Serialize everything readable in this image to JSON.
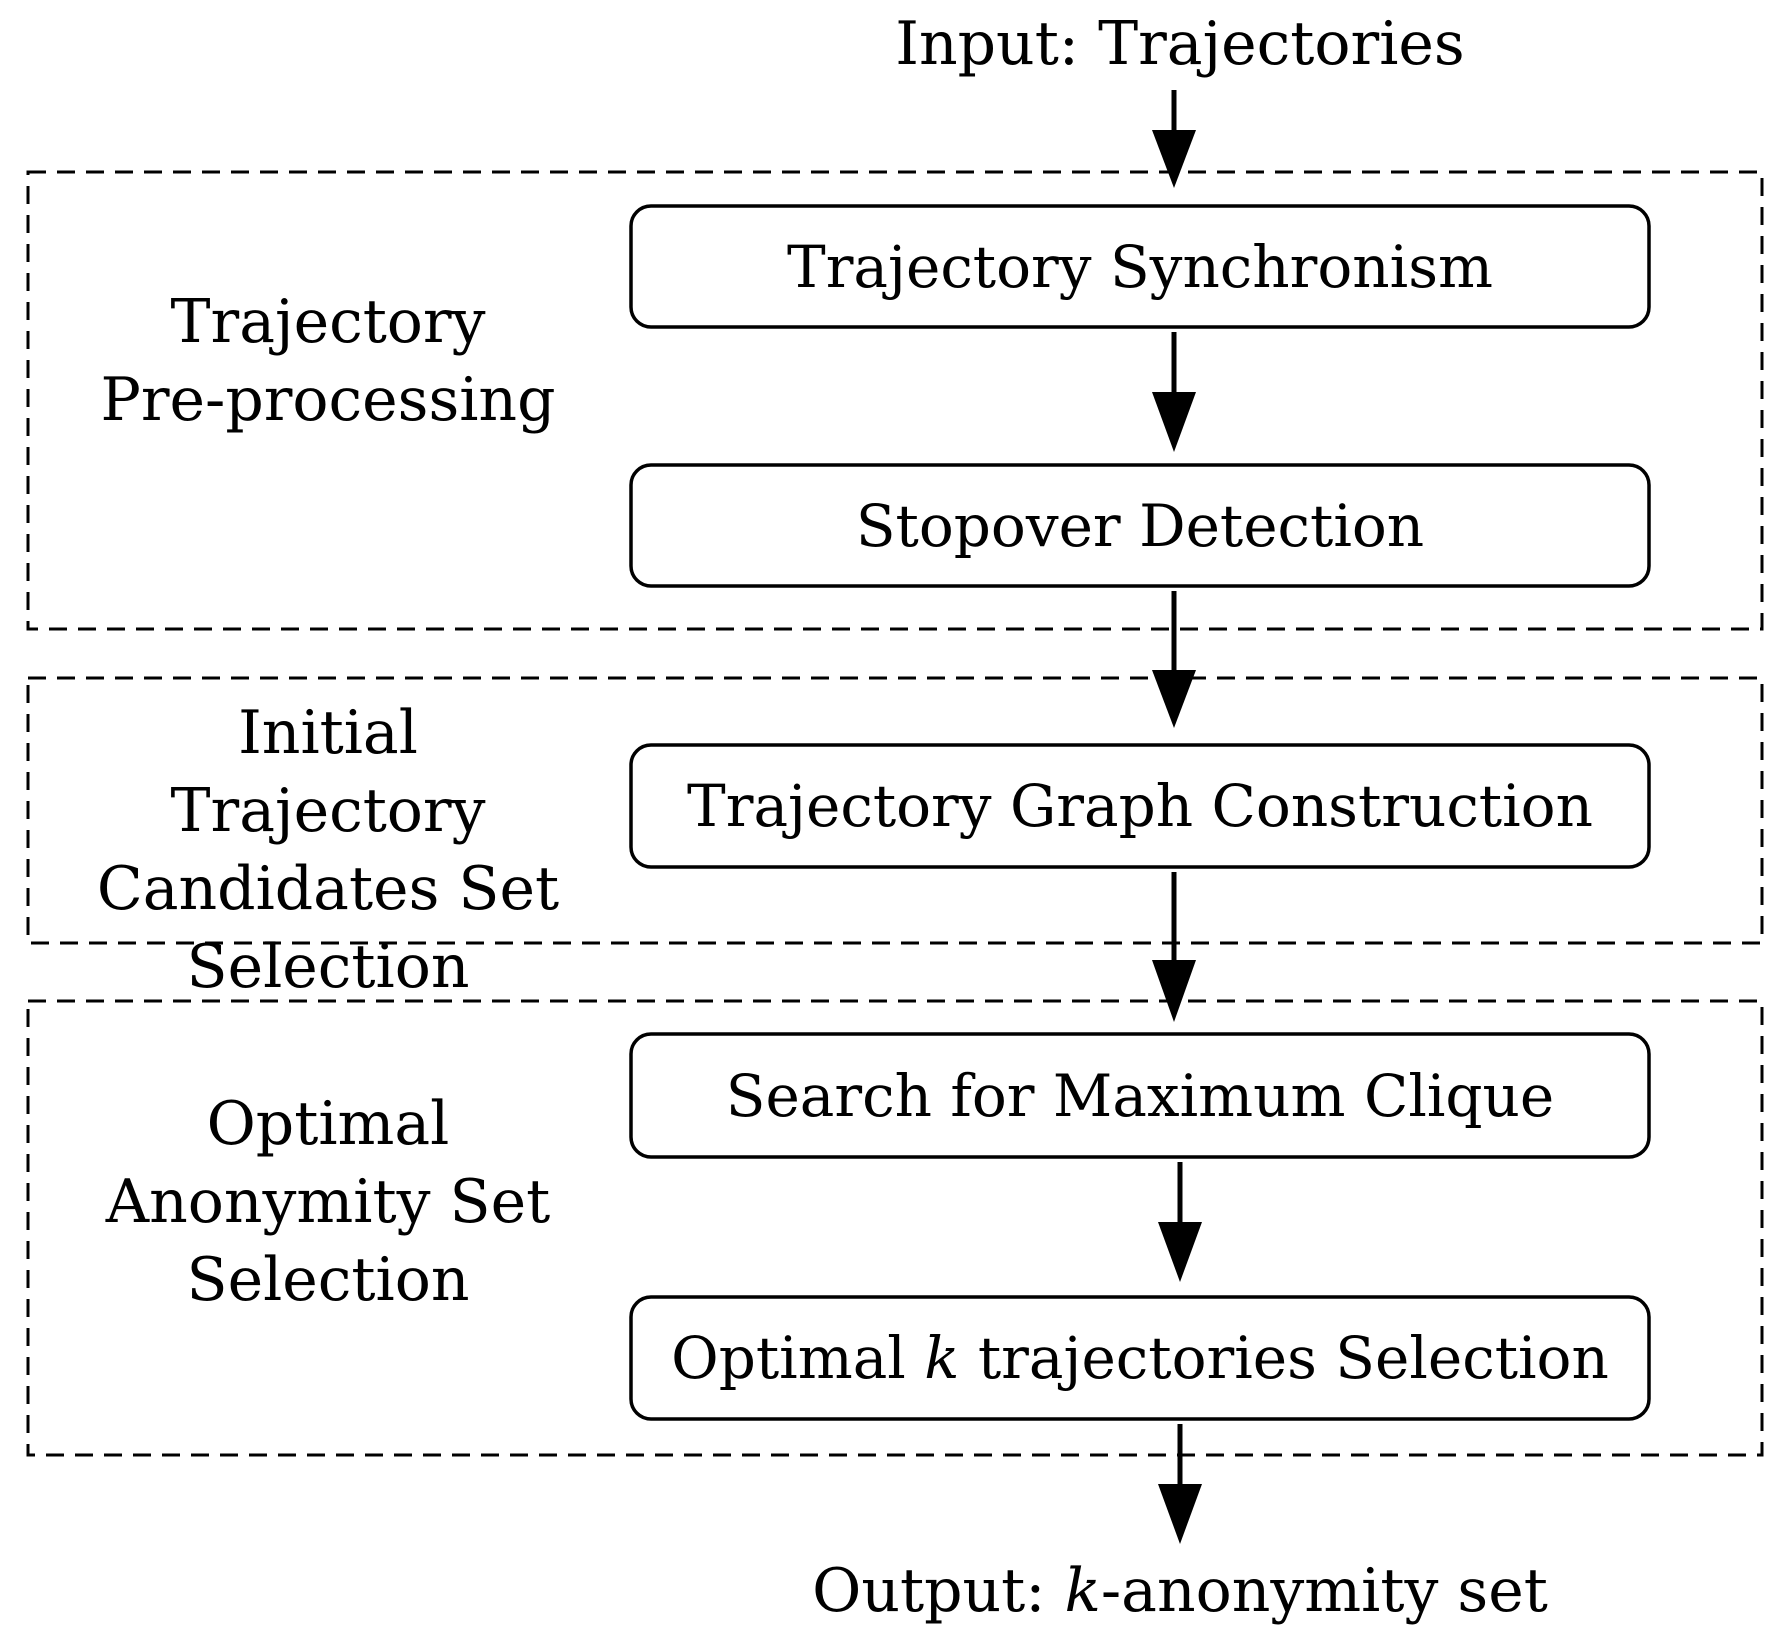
{
  "input": {
    "label": "Input: Trajectories"
  },
  "output": {
    "prefix": "Output: ",
    "variable": "k",
    "suffix": "-anonymity set"
  },
  "stages": [
    {
      "lines": [
        "Trajectory",
        "Pre-processing"
      ],
      "steps": [
        {
          "label": "Trajectory Synchronism"
        },
        {
          "label": "Stopover Detection"
        }
      ]
    },
    {
      "lines": [
        "Initial Trajectory",
        "Candidates Set",
        "Selection"
      ],
      "steps": [
        {
          "label": "Trajectory Graph Construction"
        }
      ]
    },
    {
      "lines": [
        "Optimal",
        "Anonymity Set",
        "Selection"
      ],
      "steps": [
        {
          "label": "Search for Maximum Clique"
        },
        {
          "prefix": "Optimal ",
          "variable": "k",
          "suffix": " trajectories Selection"
        }
      ]
    }
  ]
}
